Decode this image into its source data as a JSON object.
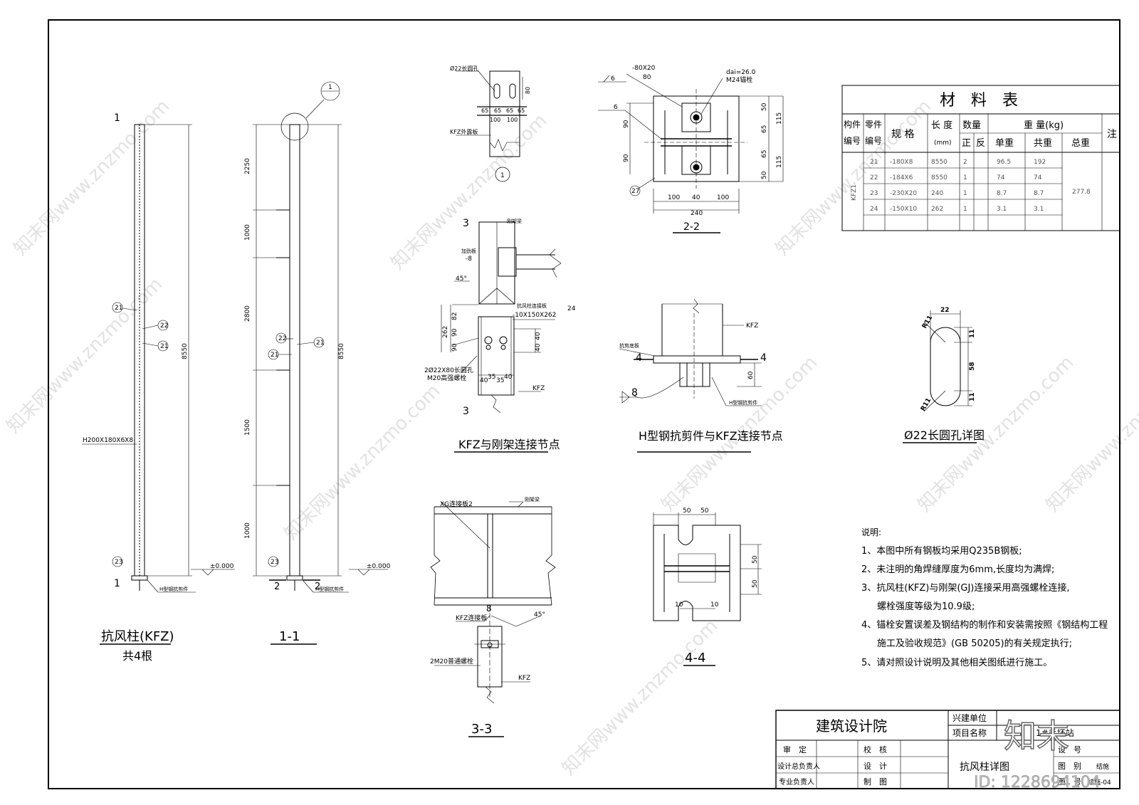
{
  "frame_labels": {
    "title_unit": "建筑设计院",
    "builder_label": "兴建单位",
    "project_label": "项目名称",
    "project_value": "1#毛坯站",
    "drawing_name": "抗风柱详图",
    "role_review": "审　定",
    "role_check": "校　核",
    "role_chief": "设计总负责人",
    "role_design": "设　计",
    "role_specialty": "专业负责人",
    "role_draw": "制　图",
    "field_no": "设　号",
    "field_category": "图　别",
    "field_category_val": "结施",
    "field_drawing_no": "图　号",
    "field_drawing_no_val": "结施-04",
    "brand": "知末",
    "id_text": "ID: 1228694104"
  },
  "material_table": {
    "title": "材　料　表",
    "headers": {
      "member": "构件",
      "member2": "编号",
      "part": "零件",
      "part2": "编号",
      "spec": "规 格",
      "length": "长 度",
      "length_unit": "(mm)",
      "qty": "数量",
      "qty_pos": "正",
      "qty_neg": "反",
      "weight": "重 量(kg)",
      "unit_w": "单重",
      "sum_w": "共重",
      "total_w": "总重",
      "note": "注"
    },
    "member_id": "KFZ1",
    "rows": [
      {
        "part": "21",
        "spec": "-180X8",
        "length": "8550",
        "pos": "2",
        "neg": "",
        "unit": "96.5",
        "sum": "192"
      },
      {
        "part": "22",
        "spec": "-184X6",
        "length": "8550",
        "pos": "1",
        "neg": "",
        "unit": "74",
        "sum": "74"
      },
      {
        "part": "23",
        "spec": "-230X20",
        "length": "240",
        "pos": "1",
        "neg": "",
        "unit": "8.7",
        "sum": "8.7"
      },
      {
        "part": "24",
        "spec": "-150X10",
        "length": "262",
        "pos": "1",
        "neg": "",
        "unit": "3.1",
        "sum": "3.1"
      }
    ],
    "total": "277.8"
  },
  "notes": {
    "title": "说明:",
    "items": [
      "1、本图中所有钢板均采用Q235B钢板;",
      "2、未注明的角焊缝厚度为6mm,长度均为满焊;",
      "3、抗风柱(KFZ)与刚架(GJ)连接采用高强螺栓连接,",
      "螺栓强度等级为10.9级;",
      "4、锚栓安置误差及钢结构的制作和安装需按照《钢结构工程",
      "施工及验收规范》(GB 50205)的有关规定执行;",
      "5、请对照设计说明及其他相关图纸进行施工。"
    ]
  },
  "view_kfz": {
    "caption": "抗风柱(KFZ)",
    "count": "共4根",
    "section_mark": "1",
    "section_mark2": "1",
    "h_label": "H200X180X6X8",
    "dim_total": "8550",
    "p21": "21",
    "p22": "22",
    "p21b": "21",
    "p23": "23",
    "base_label": "H型钢抗剪件"
  },
  "view_11": {
    "caption": "1-1",
    "dims": [
      "2250",
      "1000",
      "2800",
      "1500",
      "1000"
    ],
    "dim_total": "8550",
    "elev": "±0.000",
    "elev2": "±0.000",
    "p22": "22",
    "p21a": "21",
    "p21b": "21",
    "p23": "23",
    "cut": "2",
    "cut2": "2",
    "base_label": "H型钢抗剪件",
    "circle_ref": "1"
  },
  "detail_1": {
    "hole": "Ø22长圆孔",
    "kfz": "KFZ外露板",
    "dims": [
      "65",
      "65",
      "65",
      "65"
    ],
    "dims2": [
      "100",
      "100"
    ],
    "side_dim": "80",
    "ref": "1"
  },
  "view_22": {
    "caption": "2-2",
    "plate": "-80X20",
    "plate_w": "80",
    "wash": "dai=26.0",
    "bolt": "M24锚栓",
    "weld": "6",
    "weld2": "6",
    "dims_right": [
      "50",
      "65",
      "65",
      "50"
    ],
    "dims_right2": [
      "115",
      "115"
    ],
    "dims_left": [
      "90",
      "90"
    ],
    "dims_bottom": [
      "100",
      "40",
      "100"
    ],
    "width": "240",
    "ref": "27"
  },
  "node_kfz": {
    "caption": "KFZ与刚架连接节点",
    "sec": "3",
    "sec2": "3",
    "beam": "刚架梁",
    "stiff": "加劲板",
    "stiff_t": "-8",
    "angle": "45°",
    "pl": "抗风柱连接板",
    "pl_size": "-10X150X262",
    "pl_ref": "24",
    "dims_left": [
      "262",
      "82",
      "90",
      "90"
    ],
    "dims_right": [
      "40",
      "40"
    ],
    "dims_bottom": [
      "40",
      "35",
      "35",
      "40"
    ],
    "hole": "2Ø22X80长圆孔",
    "bolt": "M20高强螺栓",
    "kfz": "KFZ"
  },
  "node_h": {
    "caption": "H型钢抗剪件与KFZ连接节点",
    "kfz": "KFZ",
    "base": "抗剪底板",
    "cut": "4",
    "cut2": "4",
    "dim": "60",
    "weld": "8",
    "shear": "H型钢抗剪件"
  },
  "detail_hole": {
    "caption": "Ø22长圆孔详图",
    "dims": [
      "22",
      "11",
      "58",
      "11"
    ],
    "r1": "R11",
    "r2": "R11"
  },
  "view_33": {
    "caption": "3-3",
    "xg": "XG连接板2",
    "beam": "刚架梁",
    "kfz": "KFZ连接板",
    "bolt": "2M20普通螺栓",
    "weld": "8",
    "angle": "45°",
    "kfz2": "KFZ"
  },
  "view_44": {
    "caption": "4-4",
    "dims_top": [
      "50",
      "50"
    ],
    "dims_right": [
      "50",
      "50"
    ],
    "dims_bottom": [
      "10",
      "10"
    ]
  },
  "watermark": "知末网www.znzmo.com"
}
